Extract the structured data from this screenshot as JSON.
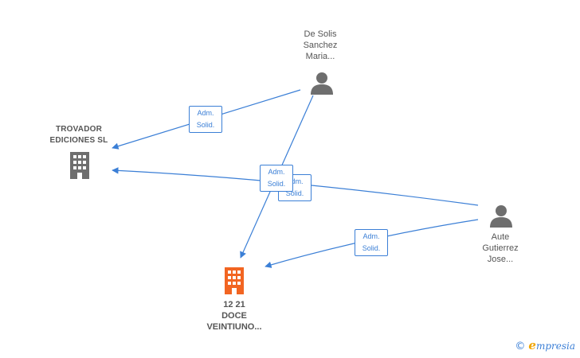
{
  "nodes": {
    "trovador": {
      "name_line1": "TROVADOR",
      "name_line2": "EDICIONES  SL",
      "icon": "building-icon",
      "color": "#6e6e6e"
    },
    "doce": {
      "name_line1": "12 21",
      "name_line2": "DOCE",
      "name_line3": "VEINTIUNO...",
      "icon": "building-icon",
      "color": "#f26522"
    },
    "de_solis": {
      "name_line1": "De Solis",
      "name_line2": "Sanchez",
      "name_line3": "Maria...",
      "icon": "person-icon",
      "color": "#6e6e6e"
    },
    "aute": {
      "name_line1": "Aute",
      "name_line2": "Gutierrez",
      "name_line3": "Jose...",
      "icon": "person-icon",
      "color": "#6e6e6e"
    }
  },
  "edges": [
    {
      "from": "de_solis",
      "to": "trovador",
      "label_line1": "Adm.",
      "label_line2": "Solid."
    },
    {
      "from": "de_solis",
      "to": "doce",
      "label_line1": "Adm.",
      "label_line2": "Solid."
    },
    {
      "from": "aute",
      "to": "trovador",
      "label_line1": "Adm.",
      "label_line2": "Solid."
    },
    {
      "from": "aute",
      "to": "doce",
      "label_line1": "Adm.",
      "label_line2": "Solid."
    }
  ],
  "brand": {
    "copyright": "©",
    "initial": "e",
    "name": "mpresia"
  },
  "colors": {
    "edge": "#3b7fd6"
  }
}
